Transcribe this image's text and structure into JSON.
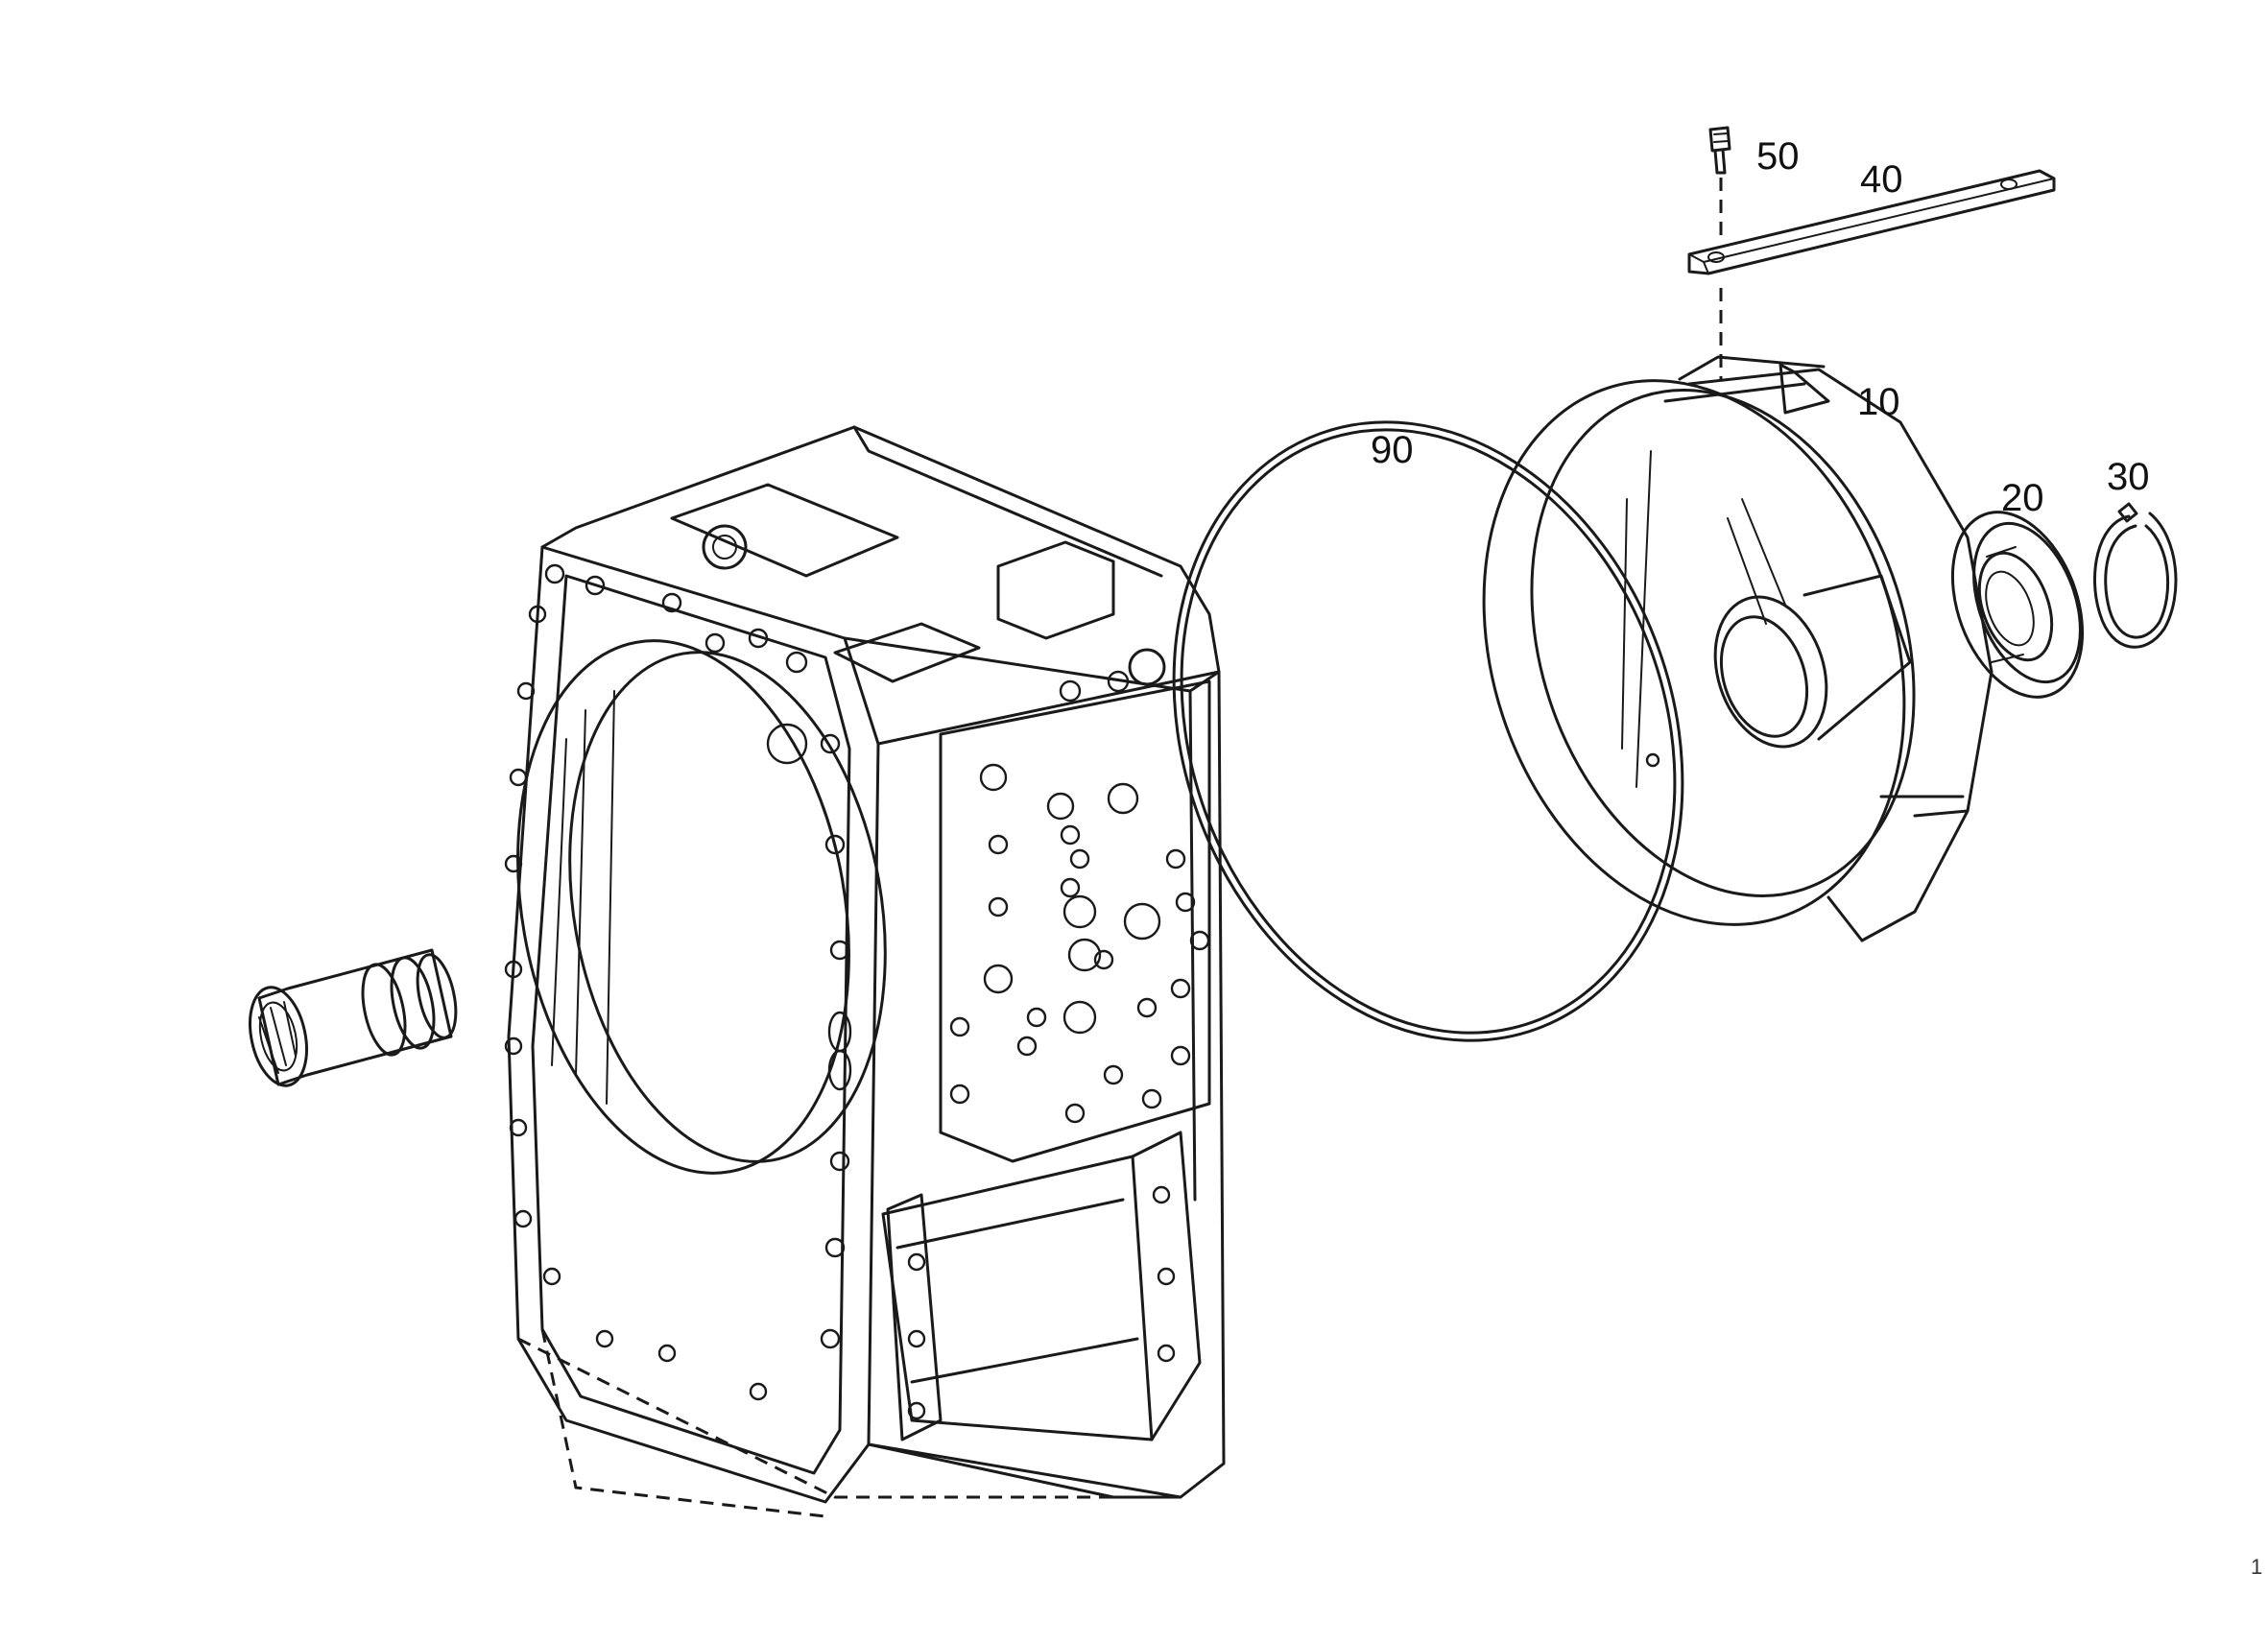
{
  "callouts": {
    "p10": "10",
    "p20": "20",
    "p30": "30",
    "p40": "40",
    "p50": "50",
    "p90": "90"
  },
  "page_marker": "1",
  "colors": {
    "ink": "#1a1a1a",
    "paper": "#ffffff"
  }
}
